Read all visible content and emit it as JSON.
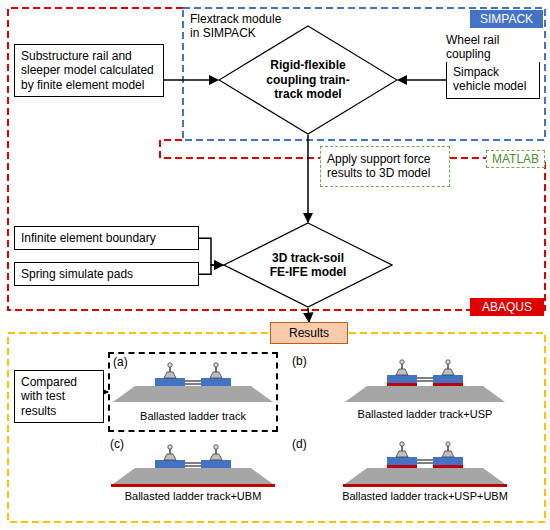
{
  "diagram": {
    "nodes": [
      {
        "text": [
          "Substructure rail and sleeper model calculated by finite element model"
        ]
      },
      {
        "text": [
          "Rigid-flexible coupling train-track model"
        ]
      },
      {
        "text": [
          "Simpack vehicle model"
        ]
      },
      {
        "text": [
          "Apply support force results to 3D model"
        ]
      },
      {
        "text": [
          "3D track-soil FE-IFE model"
        ]
      },
      {
        "text": [
          "Infinite element boundary"
        ]
      },
      {
        "text": [
          "Spring simulate pads"
        ]
      },
      {
        "text": [
          "Results"
        ]
      },
      {
        "text": [
          "Compared with test results"
        ]
      },
      {
        "text": [
          "(a)",
          "Ballasted ladder track"
        ]
      }
    ],
    "edges": [
      {
        "from": 0,
        "to": 1,
        "arrow": "to",
        "label": "Flextrack module in SIMPACK"
      },
      {
        "from": 2,
        "to": 1,
        "arrow": "to",
        "label": "Wheel rail coupling"
      },
      {
        "from": 1,
        "to": 4,
        "arrow": "to"
      },
      {
        "from": 5,
        "to": 4,
        "arrow": "to"
      },
      {
        "from": 6,
        "to": 4,
        "arrow": "to"
      },
      {
        "from": 4,
        "to": 7,
        "arrow": "to"
      },
      {
        "from": 8,
        "to": 9,
        "arrow": "to"
      }
    ],
    "labels": [
      "SIMPACK",
      "MATLAB",
      "ABAQUS",
      "(b)",
      "Ballasted ladder track+USP",
      "(c)",
      "Ballasted ladder track+UBM",
      "(d)",
      "Ballasted ladder track+USP+UBM"
    ]
  }
}
